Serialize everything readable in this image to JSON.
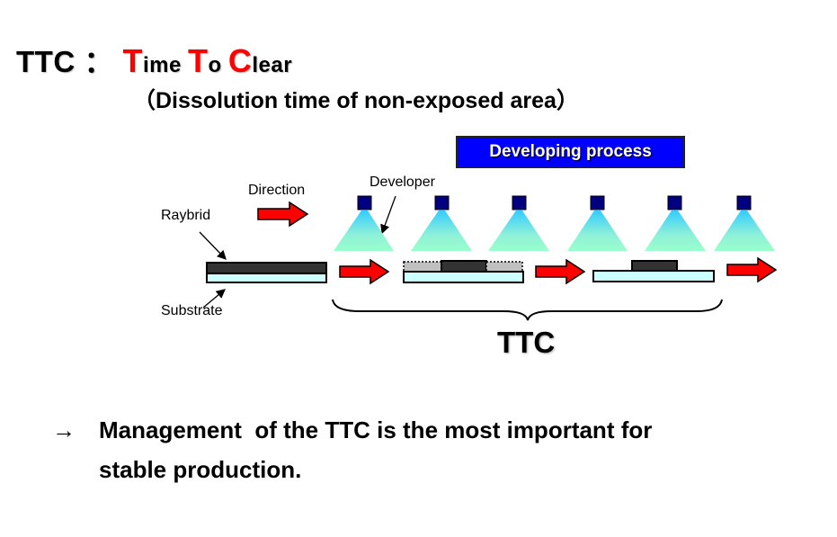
{
  "title": {
    "prefix": "TTC",
    "separator": "：",
    "words": [
      {
        "initial": "T",
        "rest": "ime "
      },
      {
        "initial": "T",
        "rest": "o "
      },
      {
        "initial": "C",
        "rest": "lear"
      }
    ],
    "subtitle": "（Dissolution time of non-exposed area）"
  },
  "diagram": {
    "process_label": "Developing process",
    "labels": {
      "direction": "Direction",
      "developer": "Developer",
      "raybrid": "Raybrid",
      "substrate": "Substrate"
    },
    "bracket_label": "TTC",
    "colors": {
      "process_box": "#0000ff",
      "arrow": "#ff0000",
      "nozzle": "#000080",
      "spray_top": "#33ccff",
      "spray_bottom": "#99ffcc",
      "film": "#333333",
      "substrate": "#ccffff",
      "dissolving": "#c0c0c0"
    }
  },
  "conclusion": {
    "arrow": "→",
    "line1": "Management  of the TTC is the most important for",
    "line2": "stable production."
  }
}
